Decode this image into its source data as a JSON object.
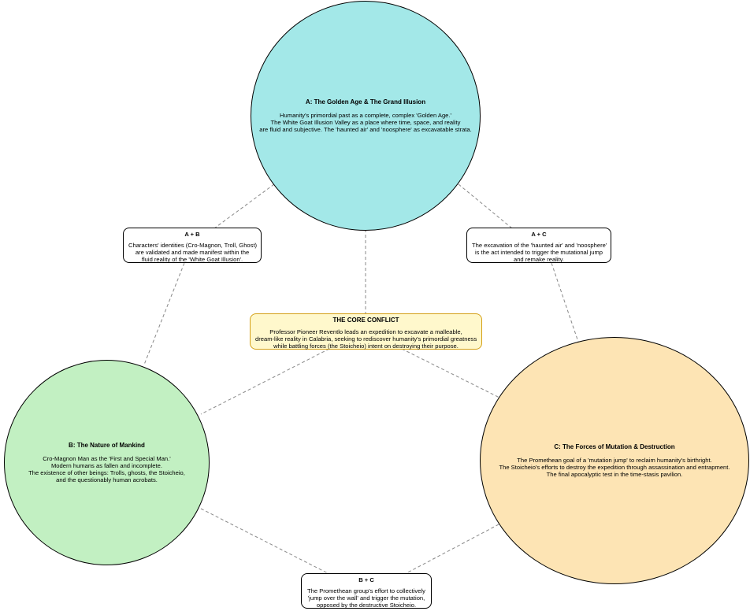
{
  "colors": {
    "circle_a": "#a3e8e8",
    "circle_b": "#c2f0c2",
    "circle_c": "#fde4b4",
    "core_fill": "#fff8cc",
    "core_border": "#d4a017",
    "connector": "#888888"
  },
  "circle_a": {
    "title": "A: The Golden Age & The Grand Illusion",
    "lines": [
      "Humanity's primordial past as a complete, complex 'Golden Age.'",
      "The White Goat Illusion Valley as a place where time, space, and reality",
      "are fluid and subjective. The 'haunted air' and 'noosphere' as excavatable strata."
    ]
  },
  "circle_b": {
    "title": "B: The Nature of Mankind",
    "lines": [
      "Cro-Magnon Man as the 'First and Special Man.'",
      "Modern humans as fallen and incomplete.",
      "The existence of other beings: Trolls, ghosts, the Stoicheio,",
      "and the questionably human acrobats."
    ]
  },
  "circle_c": {
    "title": "C: The Forces of Mutation & Destruction",
    "lines": [
      "The Promethean goal of a 'mutation jump' to reclaim humanity's birthright.",
      "The Stoicheio's efforts to destroy the expedition through assassination and entrapment.",
      "The final apocalyptic test in the time-stasis pavilion."
    ]
  },
  "box_ab": {
    "title": "A + B",
    "lines": [
      "Characters' identities (Cro-Magnon, Troll, Ghost)",
      "are validated and made manifest within the",
      "fluid reality of the 'White Goat Illusion'."
    ]
  },
  "box_ac": {
    "title": "A + C",
    "lines": [
      "The excavation of the 'haunted air' and 'noosphere'",
      "is the act intended to trigger the mutational jump",
      "and remake reality."
    ]
  },
  "box_bc": {
    "title": "B + C",
    "lines": [
      "The Promethean group's effort to collectively",
      "'jump over the wall' and trigger the mutation,",
      "opposed by the destructive Stoicheio."
    ]
  },
  "core": {
    "title": "THE CORE CONFLICT",
    "lines": [
      "Professor Pioneer Reventlo leads an expedition to excavate a malleable,",
      "dream-like reality in Calabria, seeking to rediscover humanity's primordial greatness",
      "while battling forces (the Stoicheio) intent on destroying their purpose."
    ]
  }
}
